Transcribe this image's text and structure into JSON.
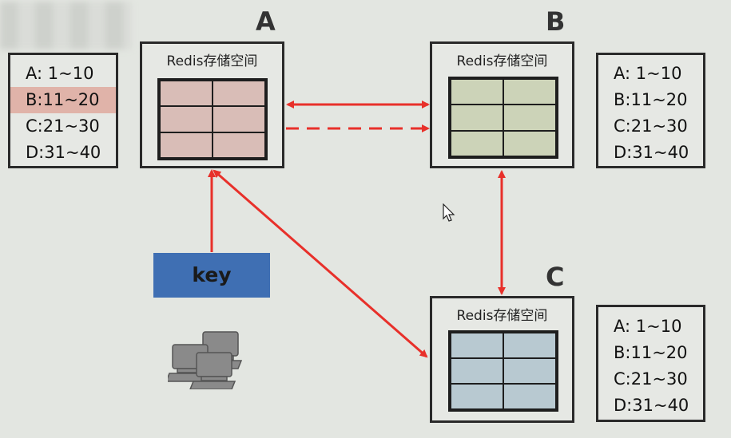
{
  "colors": {
    "background": "#e3e6e1",
    "arrow": "#e8302a",
    "cell_a": "#d9bdb7",
    "cell_b": "#ccd3b8",
    "cell_c": "#b8c9d1",
    "highlight": "#e0b3a9",
    "key_box": "#3f6fb3"
  },
  "nodes": {
    "a": {
      "label": "A",
      "storage_title": "Redis存储空间",
      "ranges": [
        "A:  1~10",
        "B:11~20",
        "C:21~30",
        "D:31~40"
      ]
    },
    "b": {
      "label": "B",
      "storage_title": "Redis存储空间",
      "ranges": [
        "A:  1~10",
        "B:11~20",
        "C:21~30",
        "D:31~40"
      ]
    },
    "c": {
      "label": "C",
      "storage_title": "Redis存储空间",
      "ranges": [
        "A:  1~10",
        "B:11~20",
        "C:21~30",
        "D:31~40"
      ]
    }
  },
  "key_label": "key",
  "icons": [
    "computers-icon",
    "mouse-cursor-icon"
  ]
}
